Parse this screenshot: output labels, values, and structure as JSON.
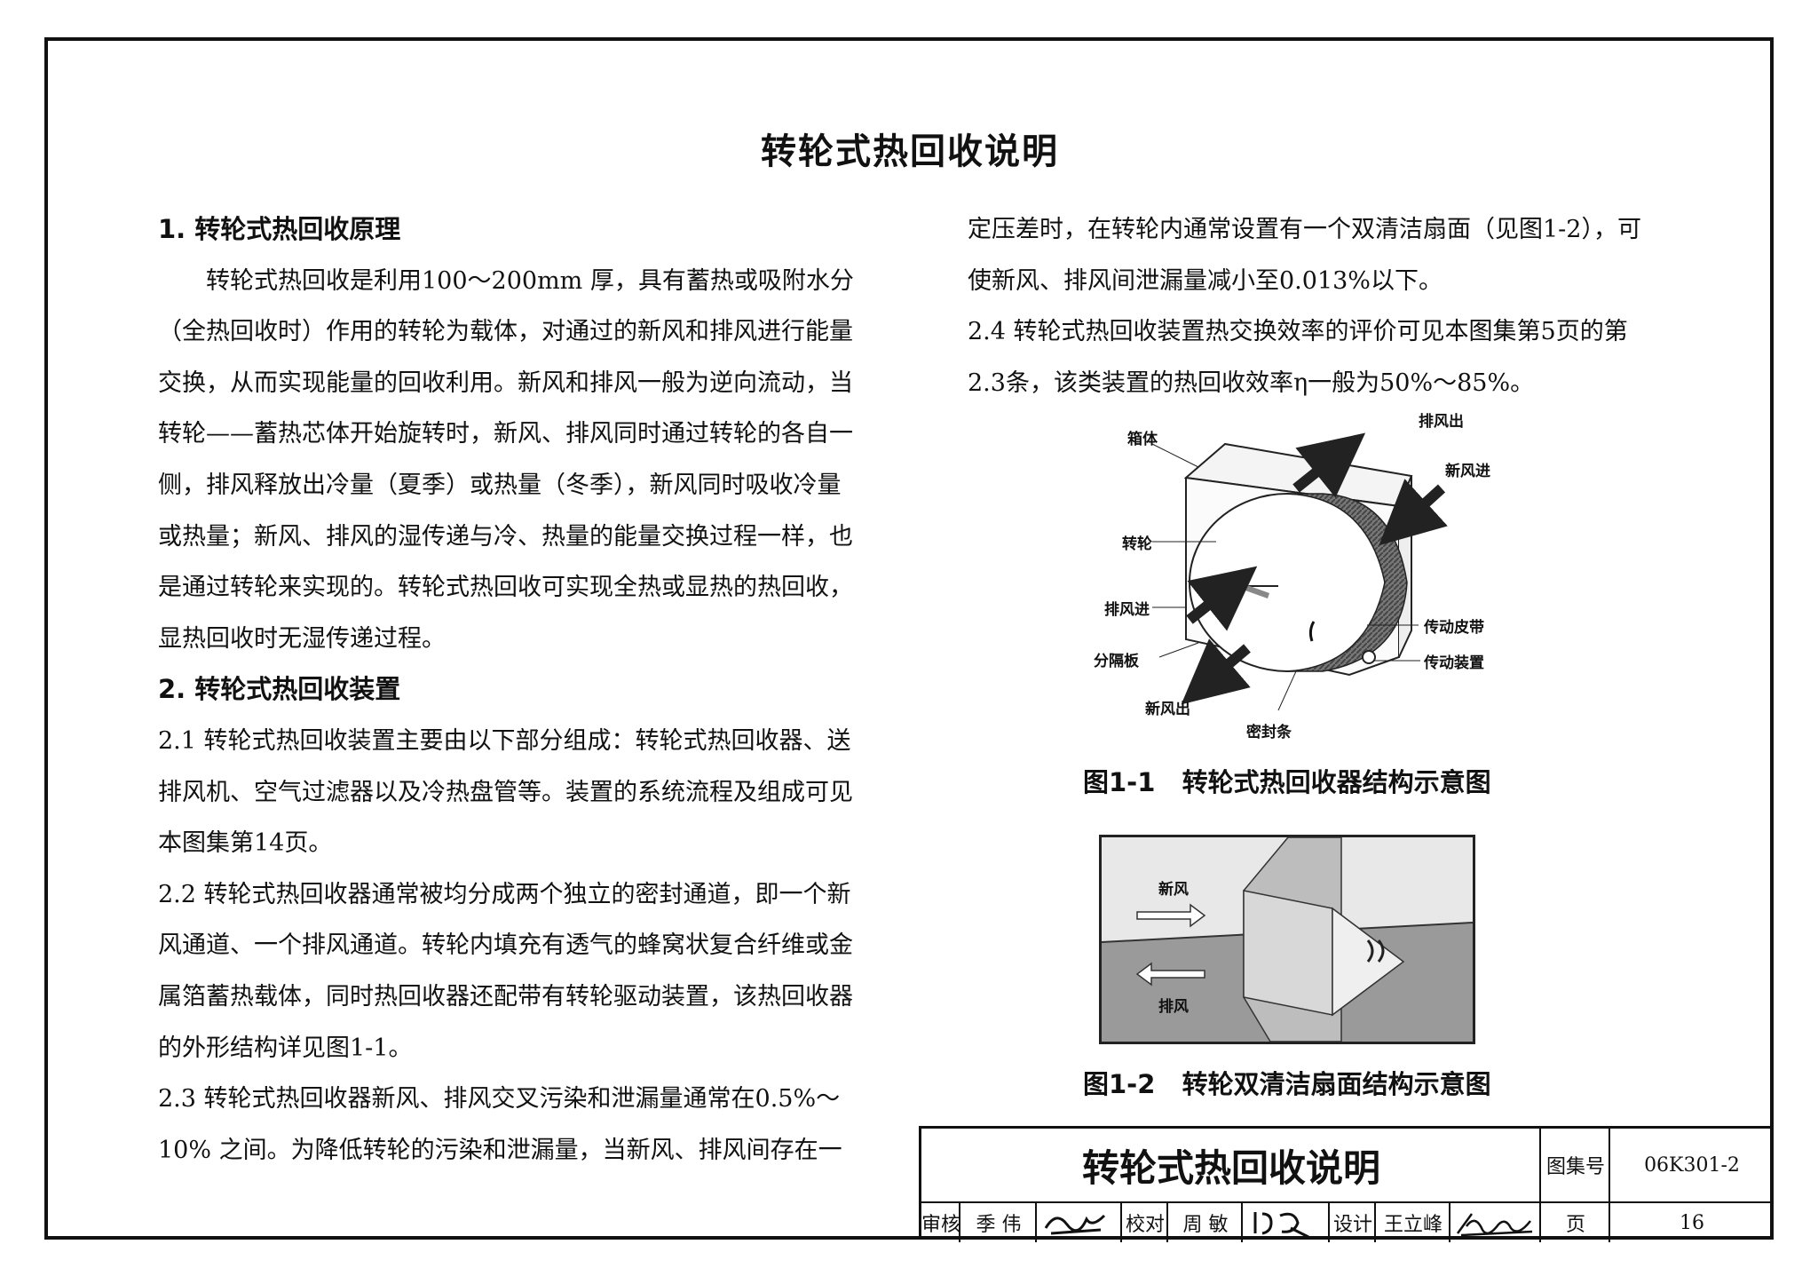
{
  "doc": {
    "title": "转轮式热回收说明",
    "left_column": [
      {
        "kind": "heading",
        "text": "1. 转轮式热回收原理"
      },
      {
        "kind": "para",
        "indent": true,
        "text": "转轮式热回收是利用100～200mm 厚，具有蓄热或吸附水分（全热回收时）作用的转轮为载体，对通过的新风和排风进行能量交换，从而实现能量的回收利用。新风和排风一般为逆向流动，当转轮——蓄热芯体开始旋转时，新风、排风同时通过转轮的各自一侧，排风释放出冷量（夏季）或热量（冬季），新风同时吸收冷量或热量；新风、排风的湿传递与冷、热量的能量交换过程一样，也是通过转轮来实现的。转轮式热回收可实现全热或显热的热回收，显热回收时无湿传递过程。"
      },
      {
        "kind": "heading",
        "text": "2. 转轮式热回收装置"
      },
      {
        "kind": "para",
        "indent": false,
        "text": "2.1 转轮式热回收装置主要由以下部分组成：转轮式热回收器、送排风机、空气过滤器以及冷热盘管等。装置的系统流程及组成可见本图集第14页。"
      },
      {
        "kind": "para",
        "indent": false,
        "text": "2.2 转轮式热回收器通常被均分成两个独立的密封通道，即一个新风通道、一个排风通道。转轮内填充有透气的蜂窝状复合纤维或金属箔蓄热载体，同时热回收器还配带有转轮驱动装置，该热回收器的外形结构详见图1-1。"
      },
      {
        "kind": "para",
        "indent": false,
        "text": "2.3 转轮式热回收器新风、排风交叉污染和泄漏量通常在0.5%～10% 之间。为降低转轮的污染和泄漏量，当新风、排风间存在一"
      }
    ],
    "right_column": [
      {
        "kind": "para",
        "indent": false,
        "text": "定压差时，在转轮内通常设置有一个双清洁扇面（见图1-2），可使新风、排风间泄漏量减小至0.013%以下。"
      },
      {
        "kind": "para",
        "indent": false,
        "text": "2.4 转轮式热回收装置热交换效率的评价可见本图集第5页的第2.3条，该类装置的热回收效率η一般为50%～85%。"
      }
    ],
    "fig1": {
      "caption": "图1-1   转轮式热回收器结构示意图",
      "labels": {
        "box": "箱体",
        "exhaust_out": "排风出",
        "fresh_in": "新风进",
        "wheel": "转轮",
        "exhaust_in": "排风进",
        "belt": "传动皮带",
        "partition": "分隔板",
        "drive": "传动装置",
        "fresh_out": "新风出",
        "seal": "密封条"
      }
    },
    "fig2": {
      "caption": "图1-2   转轮双清洁扇面结构示意图",
      "labels": {
        "fresh": "新风",
        "exhaust": "排风"
      }
    },
    "title_block": {
      "title": "转轮式热回收说明",
      "atlas_label": "图集号",
      "atlas_no": "06K301-2",
      "review_label": "审核",
      "reviewer": "季  伟",
      "check_label": "校对",
      "checker": "周  敏",
      "design_label": "设计",
      "designer": "王立峰",
      "page_label": "页",
      "page_no": "16"
    }
  }
}
